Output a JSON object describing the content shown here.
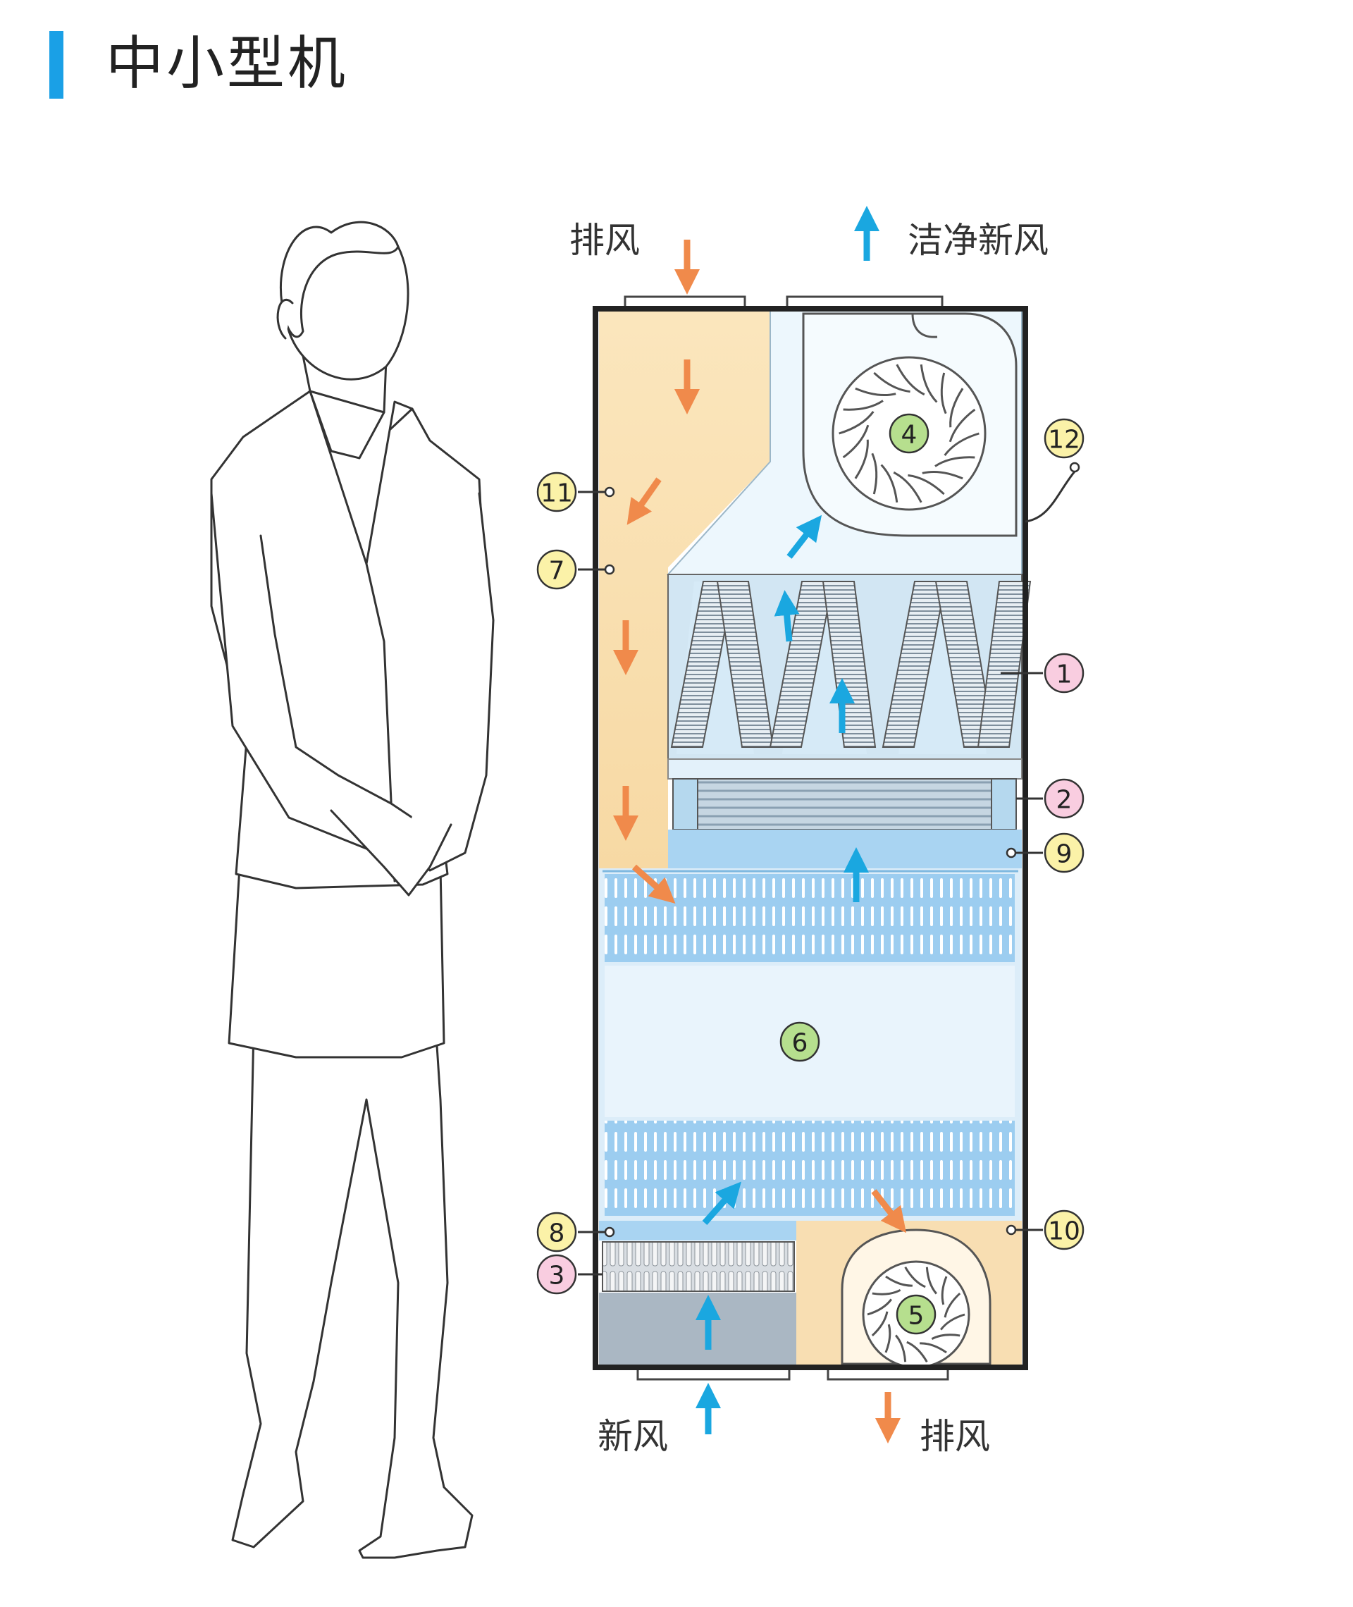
{
  "title": "中小型机",
  "airflow_labels": {
    "exhaust_in": "排风",
    "clean_fresh_out": "洁净新风",
    "fresh_in": "新风",
    "exhaust_out": "排风"
  },
  "components": [
    {
      "id": "c1",
      "number": "1",
      "color": "pink"
    },
    {
      "id": "c2",
      "number": "2",
      "color": "pink"
    },
    {
      "id": "c3",
      "number": "3",
      "color": "pink"
    },
    {
      "id": "c4",
      "number": "4",
      "color": "green"
    },
    {
      "id": "c5",
      "number": "5",
      "color": "green"
    },
    {
      "id": "c6",
      "number": "6",
      "color": "green"
    },
    {
      "id": "c7",
      "number": "7",
      "color": "yellow"
    },
    {
      "id": "c8",
      "number": "8",
      "color": "yellow"
    },
    {
      "id": "c9",
      "number": "9",
      "color": "yellow"
    },
    {
      "id": "c10",
      "number": "10",
      "color": "yellow"
    },
    {
      "id": "c11",
      "number": "11",
      "color": "yellow"
    },
    {
      "id": "c12",
      "number": "12",
      "color": "yellow"
    }
  ],
  "colors": {
    "accent": "#1aa0e6",
    "exhaust_arrow": "#f08a4b",
    "fresh_arrow": "#1aa7e0",
    "exhaust_zone": "#f9dfb0",
    "fresh_zone": "#dbeefa",
    "core": "#a9d4f2",
    "pink_badge": "#f9cde0",
    "green_badge": "#b6df8e",
    "yellow_badge": "#fbf2a8"
  }
}
